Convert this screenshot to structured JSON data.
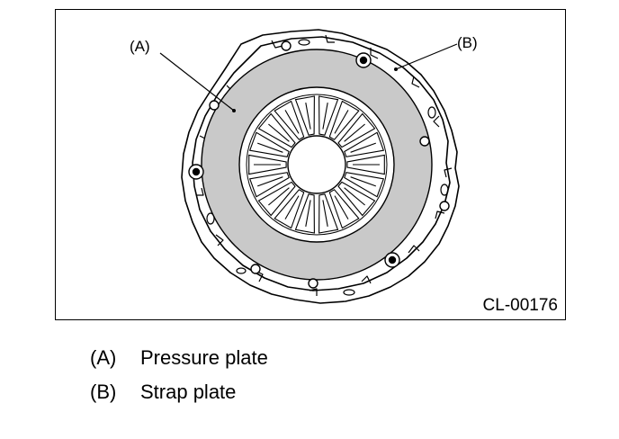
{
  "figure": {
    "code": "CL-00176",
    "callouts": [
      {
        "tag": "(A)",
        "part": "pressure-plate"
      },
      {
        "tag": "(B)",
        "part": "strap-plate"
      }
    ]
  },
  "legend": [
    {
      "key": "(A)",
      "description": "Pressure plate"
    },
    {
      "key": "(B)",
      "description": "Strap plate"
    }
  ]
}
